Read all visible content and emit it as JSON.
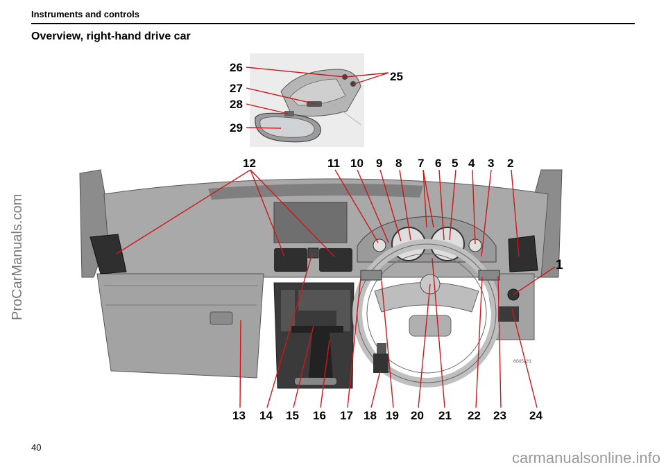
{
  "header": {
    "section": "Instruments and controls"
  },
  "page": {
    "title": "Overview, right-hand drive car",
    "number": "40"
  },
  "watermarks": {
    "side": "ProCarManuals.com",
    "bottom": "carmanualsonline.info"
  },
  "figure": {
    "image_code": "8G0522f1",
    "callouts": {
      "c1": "1",
      "c2": "2",
      "c3": "3",
      "c4": "4",
      "c5": "5",
      "c6": "6",
      "c7": "7",
      "c8": "8",
      "c9": "9",
      "c10": "10",
      "c11": "11",
      "c12": "12",
      "c13": "13",
      "c14": "14",
      "c15": "15",
      "c16": "16",
      "c17": "17",
      "c18": "18",
      "c19": "19",
      "c20": "20",
      "c21": "21",
      "c22": "22",
      "c23": "23",
      "c24": "24",
      "c25": "25",
      "c26": "26",
      "c27": "27",
      "c28": "28",
      "c29": "29"
    },
    "colors": {
      "leader": "#d0161b",
      "dash_grey": "#a9a9a9",
      "dark_panel": "#3a3a3a"
    }
  }
}
